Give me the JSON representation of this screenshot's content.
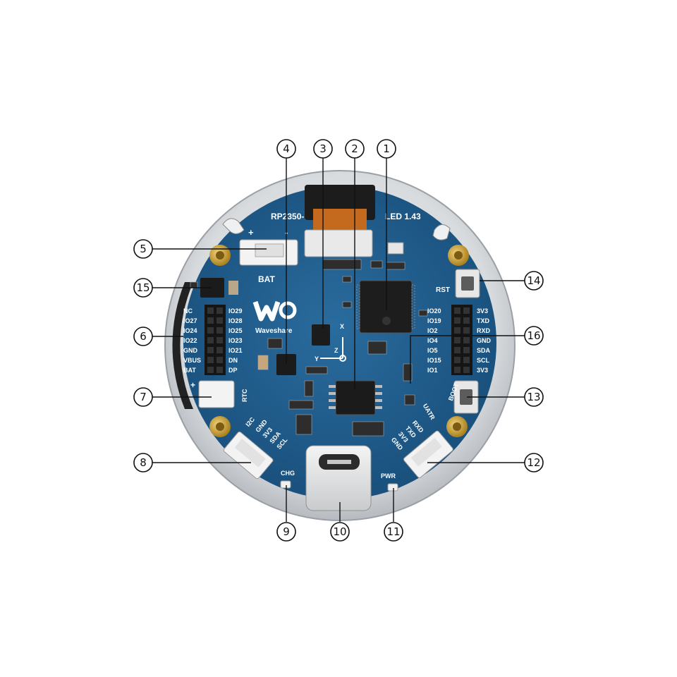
{
  "board": {
    "title_prefix": "RP2350-",
    "title_suffix": "LED 1.43",
    "brand": "Waveshare",
    "labels": {
      "bat": "BAT",
      "rtc": "RTC",
      "chg": "CHG",
      "pwr": "PWR",
      "rst": "RST",
      "boot": "BOOT",
      "uatr": "UATR",
      "i2c": "I2C",
      "plus": "+",
      "minus": "-"
    },
    "left_header_pins": [
      "NC",
      "IO27",
      "IO24",
      "IO22",
      "GND",
      "VBUS",
      "BAT"
    ],
    "left_header_pins_inner": [
      "IO29",
      "IO28",
      "IO25",
      "IO23",
      "IO21",
      "DN",
      "DP"
    ],
    "right_header_pins_inner": [
      "IO20",
      "IO19",
      "IO2",
      "IO4",
      "IO5",
      "IO15",
      "IO1"
    ],
    "right_header_pins": [
      "3V3",
      "TXD",
      "RXD",
      "GND",
      "SDA",
      "SCL",
      "3V3"
    ],
    "i2c_pins": [
      "GND",
      "3V3",
      "SDA",
      "SCL"
    ],
    "uart_pins": [
      "RXD",
      "TXD",
      "3V3",
      "GND"
    ],
    "imu_axes": [
      "X",
      "Y",
      "Z"
    ]
  },
  "callouts": [
    "1",
    "2",
    "3",
    "4",
    "5",
    "6",
    "7",
    "8",
    "9",
    "10",
    "11",
    "12",
    "13",
    "14",
    "15",
    "16"
  ],
  "colors": {
    "pcb": "#1f5c8c",
    "pcb_dark": "#164a73",
    "bezel": "#d9dcdf",
    "bezel_dark": "#a9adb2",
    "gold": "#c9a13b",
    "connector": "#f2f2f2",
    "chip": "#1b1b1b"
  }
}
